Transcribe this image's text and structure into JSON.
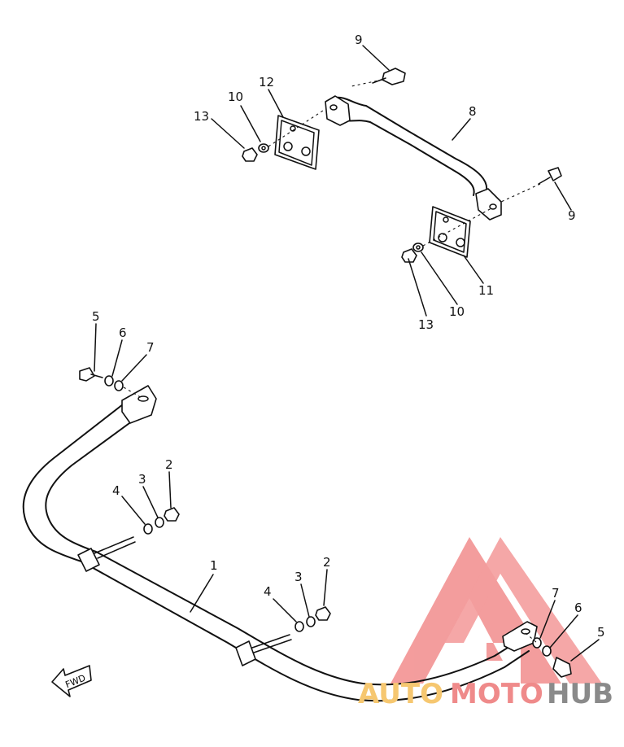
{
  "callouts": [
    {
      "label": "1"
    },
    {
      "label": "2"
    },
    {
      "label": "2"
    },
    {
      "label": "3"
    },
    {
      "label": "3"
    },
    {
      "label": "4"
    },
    {
      "label": "4"
    },
    {
      "label": "5"
    },
    {
      "label": "5"
    },
    {
      "label": "6"
    },
    {
      "label": "6"
    },
    {
      "label": "7"
    },
    {
      "label": "7"
    },
    {
      "label": "8"
    },
    {
      "label": "9"
    },
    {
      "label": "9"
    },
    {
      "label": "10"
    },
    {
      "label": "10"
    },
    {
      "label": "11"
    },
    {
      "label": "12"
    },
    {
      "label": "13"
    },
    {
      "label": "13"
    }
  ],
  "direction_label": "FWD",
  "watermark": {
    "part1": "AUTO",
    "part2": "MOTO",
    "part3": "HUB",
    "colors": {
      "logo": "#f28c8c",
      "part1": "#f6c770",
      "part2": "#ef8a8a",
      "part3": "#8a8a8a"
    }
  }
}
